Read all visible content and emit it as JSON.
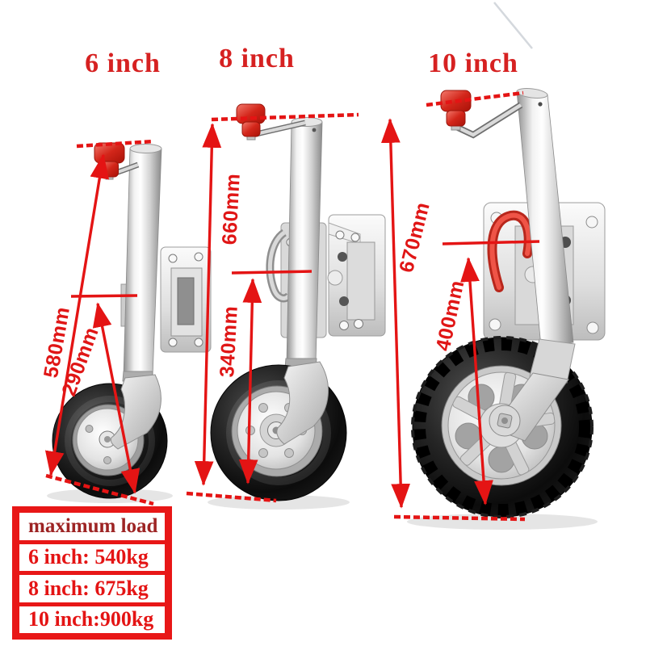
{
  "product_labels": {
    "six": "6 inch",
    "eight": "8 inch",
    "ten": "10 inch"
  },
  "dimensions": {
    "six_overall": "580mm",
    "six_lower": "290mm",
    "eight_overall": "660mm",
    "eight_lower": "340mm",
    "ten_overall": "670mm",
    "ten_lower": "400mm"
  },
  "load_table": {
    "header": "maximum load",
    "rows": [
      {
        "text": "6 inch: 540kg"
      },
      {
        "text": "8 inch: 675kg"
      },
      {
        "text": "10 inch:900kg"
      }
    ]
  },
  "colors": {
    "accent_red": "#e41414",
    "title_red": "#d62121",
    "dimension_red": "#e01616",
    "table_frame_red": "#e81717",
    "table_header_text": "#9d2424",
    "tire_black": "#0c0c0c",
    "metal_silver": "#c9c9c9"
  }
}
